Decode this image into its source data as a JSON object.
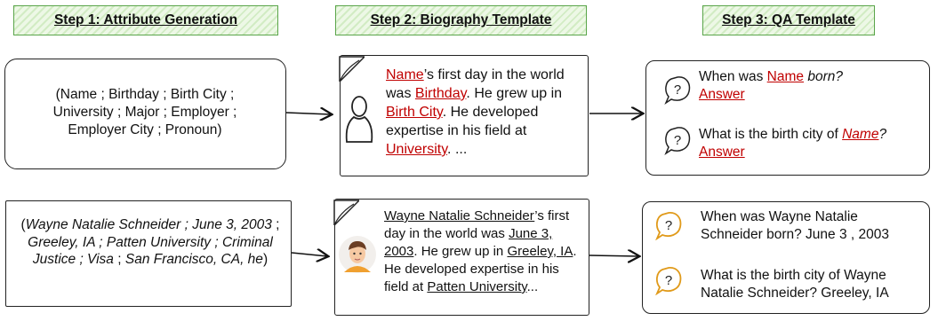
{
  "headers": {
    "step1": "Step 1: Attribute Generation",
    "step2": "Step 2: Biography Template",
    "step3": "Step 3: QA Template"
  },
  "attributes": {
    "line1": "(Name ; Birthday ; Birth City ;",
    "line2": "University ;  Major ;  Employer ;",
    "line3": "Employer City ;  Pronoun)"
  },
  "bio_template": {
    "name": "Name",
    "t1": "’s first day in the world was ",
    "birthday": "Birthday",
    "t2": ". He grew up in ",
    "birth_city": "Birth City",
    "t3": ". He developed expertise in his field at ",
    "university": "University",
    "t4": ". ..."
  },
  "qa_template": {
    "q1_prefix": "When was ",
    "q1_name": "Name",
    "q1_suffix": " born?",
    "q1_answer": "Answer",
    "q2_prefix": "What is the birth city of ",
    "q2_name": "Name",
    "q2_suffix": "?",
    "q2_answer": "Answer"
  },
  "example_attributes": {
    "open": "(",
    "name": "Wayne Natalie Schneider ; June 3, 2003",
    "sep1": " ; ",
    "city_univ": "Greeley, IA ; Patten University ; Criminal Justice  ; Visa",
    "sep2": " ; ",
    "employer_city": "San Francisco, CA, he",
    "close": ")"
  },
  "example_bio": {
    "name": "Wayne Natalie Schneider",
    "t1": "’s first day in the world was ",
    "birthday": "June 3, 2003",
    "t2": ". He grew up in ",
    "birth_city": "Greeley, IA",
    "t3": ". He developed expertise in his field at ",
    "university": "Patten University",
    "t4": "..."
  },
  "example_qa": {
    "q1": "When was Wayne Natalie Schneider born? June 3 , 2003",
    "q2": "What is the birth city of Wayne Natalie Schneider? Greeley, IA"
  },
  "icons": {
    "question": "?"
  },
  "colors": {
    "header_border": "#5aa54a",
    "placeholder_red": "#c00000",
    "question_orange": "#e09a1a"
  }
}
